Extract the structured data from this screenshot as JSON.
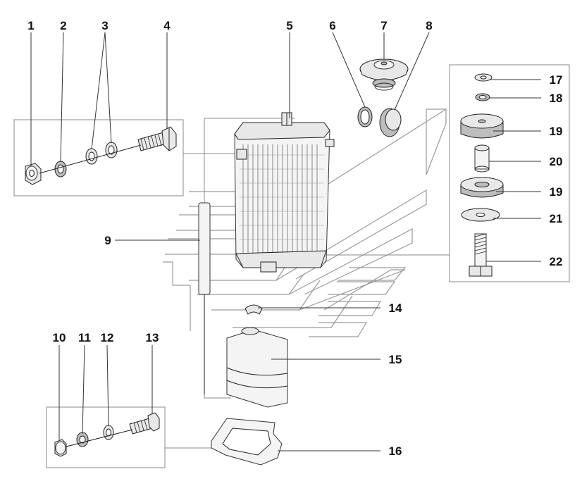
{
  "callouts": {
    "n1": "1",
    "n2": "2",
    "n3": "3",
    "n4": "4",
    "n5": "5",
    "n6": "6",
    "n7": "7",
    "n8": "8",
    "n9": "9",
    "n10": "10",
    "n11": "11",
    "n12": "12",
    "n13": "13",
    "n14": "14",
    "n15": "15",
    "n16": "16",
    "n17": "17",
    "n18": "18",
    "n19a": "19",
    "n19b": "19",
    "n20": "20",
    "n21": "21",
    "n22": "22"
  }
}
